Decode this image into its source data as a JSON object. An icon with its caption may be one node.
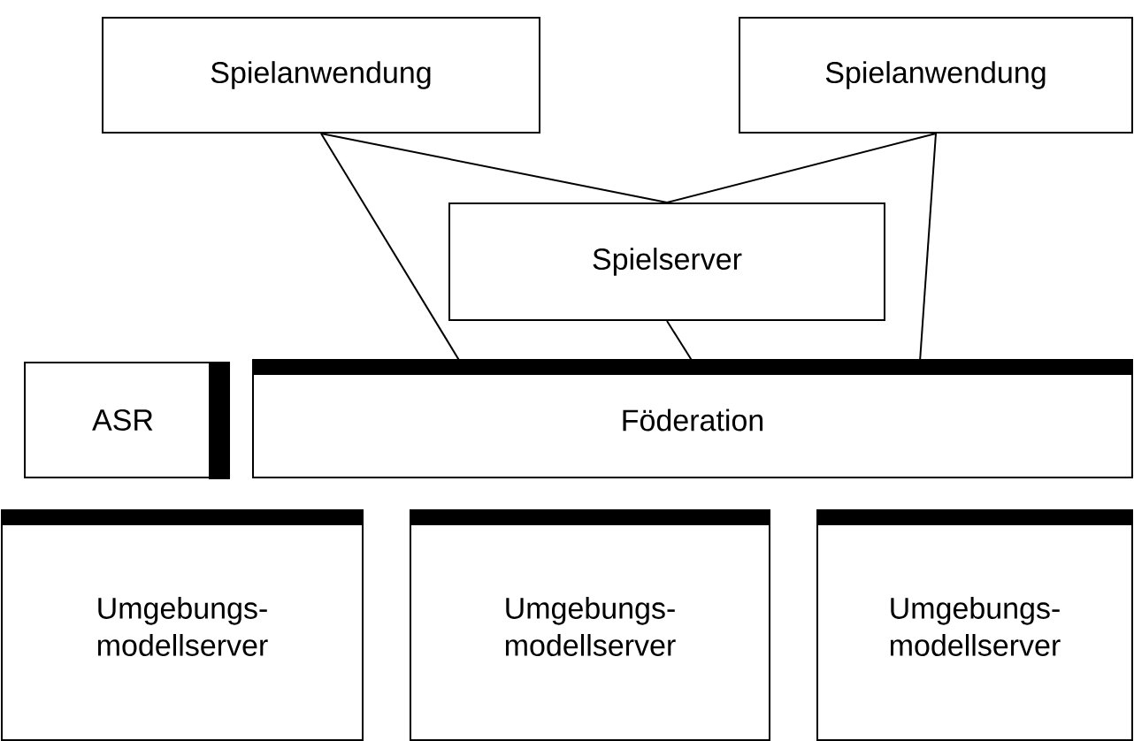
{
  "diagram": {
    "nodes": [
      {
        "text": [
          "Spielanwendung"
        ]
      },
      {
        "text": [
          "Spielanwendung"
        ]
      },
      {
        "text": [
          "Spielserver"
        ]
      },
      {
        "text": [
          "ASR"
        ]
      },
      {
        "text": [
          "Föderation"
        ]
      },
      {
        "text": [
          "Umgebungs- modellserver"
        ]
      },
      {
        "text": [
          "Umgebungs- modellserver"
        ]
      },
      {
        "text": [
          "Umgebungs- modellserver"
        ]
      }
    ],
    "edges": [
      {
        "from": 0,
        "to": 2,
        "arrow": "none"
      },
      {
        "from": 1,
        "to": 2,
        "arrow": "none"
      },
      {
        "from": 0,
        "to": 4,
        "arrow": "none"
      },
      {
        "from": 1,
        "to": 4,
        "arrow": "none"
      },
      {
        "from": 2,
        "to": 4,
        "arrow": "none"
      }
    ]
  }
}
